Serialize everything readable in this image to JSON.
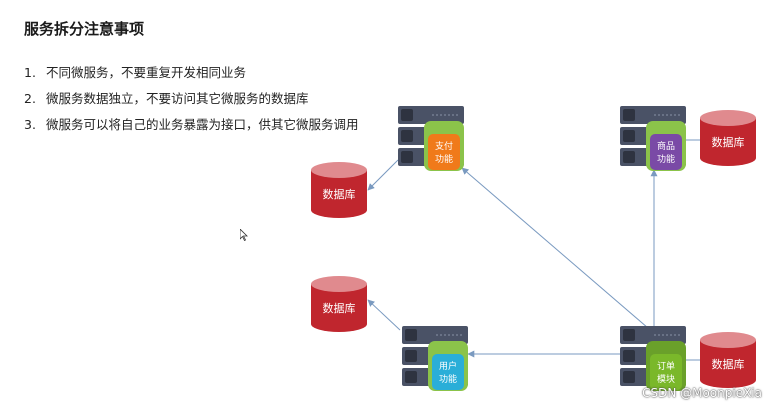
{
  "title": "服务拆分注意事项",
  "rules": [
    {
      "num": "1.",
      "text": "不同微服务，不要重复开发相同业务"
    },
    {
      "num": "2.",
      "text": "微服务数据独立，不要访问其它微服务的数据库"
    },
    {
      "num": "3.",
      "text": "微服务可以将自己的业务暴露为接口，供其它微服务调用"
    }
  ],
  "services": [
    {
      "id": "pay",
      "line1": "支付",
      "line2": "功能",
      "color": "#f07a1a"
    },
    {
      "id": "goods",
      "line1": "商品",
      "line2": "功能",
      "color": "#7a4aa6"
    },
    {
      "id": "user",
      "line1": "用户",
      "line2": "功能",
      "color": "#2aaed8"
    },
    {
      "id": "order",
      "line1": "订单",
      "line2": "模块",
      "color": "#7ab82a"
    }
  ],
  "databases": [
    {
      "id": "db-pay",
      "label": "数据库"
    },
    {
      "id": "db-goods",
      "label": "数据库"
    },
    {
      "id": "db-user",
      "label": "数据库"
    },
    {
      "id": "db-order",
      "label": "数据库"
    }
  ],
  "watermark": "CSDN @MoonpieXia",
  "colors": {
    "server": "#4a5266",
    "server_dark": "#3a4152",
    "database": "#c0262e",
    "database_top": "#e08a8e",
    "connector": "#7a9ac0"
  }
}
